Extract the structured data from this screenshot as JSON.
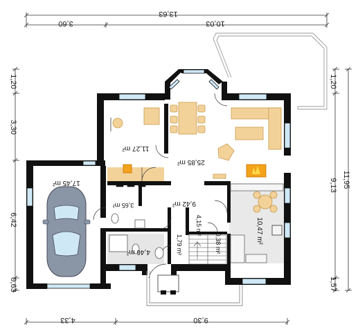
{
  "dimensions": {
    "top_overall": "13,63",
    "top_left": "3,60",
    "top_right": "10,03",
    "bottom_left": "4,33",
    "bottom_right": "9,30",
    "left_top": "1,20",
    "left_middle": "3,30",
    "left_lower": "6,42",
    "left_bottom": "0,63",
    "right_top": "1,20",
    "right_middle": "9,13",
    "right_overall": "11,95",
    "right_bottom": "1,57"
  },
  "rooms": [
    {
      "id": "garage",
      "area": "17,45 m²"
    },
    {
      "id": "office",
      "area": "11,27 m²"
    },
    {
      "id": "living",
      "area": "25,85 m²"
    },
    {
      "id": "hall",
      "area": "9,42 m²"
    },
    {
      "id": "wc",
      "area": "3,65 m²"
    },
    {
      "id": "bath",
      "area": "4,46 m²"
    },
    {
      "id": "vestibule",
      "area": "1,79 m²"
    },
    {
      "id": "stair",
      "area": "4,15 m²"
    },
    {
      "id": "pantry",
      "area": "0,38 m²"
    },
    {
      "id": "kitchen",
      "area": "10,47 m²"
    }
  ],
  "colors": {
    "wall": "#111111",
    "furniture_wood": "#f3d29a",
    "furniture_stroke": "#c89a4a",
    "fireplace": "#f3a21b",
    "floor_tile": "#e6e6e6",
    "glass": "#cfe8f6",
    "car": "#8a96a6",
    "dimension_line": "#333333",
    "terrace_line": "#9a9a9a"
  }
}
